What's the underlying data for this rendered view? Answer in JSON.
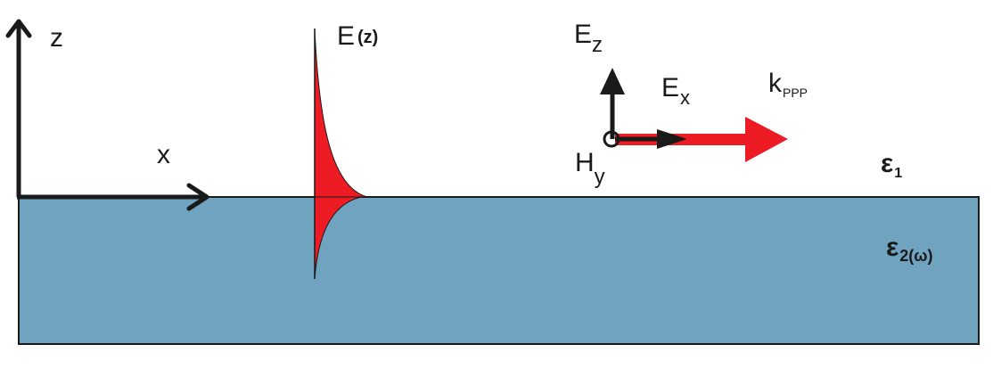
{
  "axes": {
    "z_label": "z",
    "x_label": "x"
  },
  "field_profile": {
    "label_main": "E",
    "label_arg": "(z)"
  },
  "field_vectors": {
    "ez_main": "E",
    "ez_sub": "z",
    "ex_main": "E",
    "ex_sub": "x",
    "hy_main": "H",
    "hy_sub": "y",
    "k_main": "k",
    "k_sub": "PPP"
  },
  "media": {
    "eps1_main": "ε",
    "eps1_sub": "1",
    "eps2_main": "ε",
    "eps2_sub": "2(ω)"
  },
  "colors": {
    "substrate": "#6fa3bf",
    "field": "#ed1c24",
    "ink": "#1a1a1a"
  }
}
